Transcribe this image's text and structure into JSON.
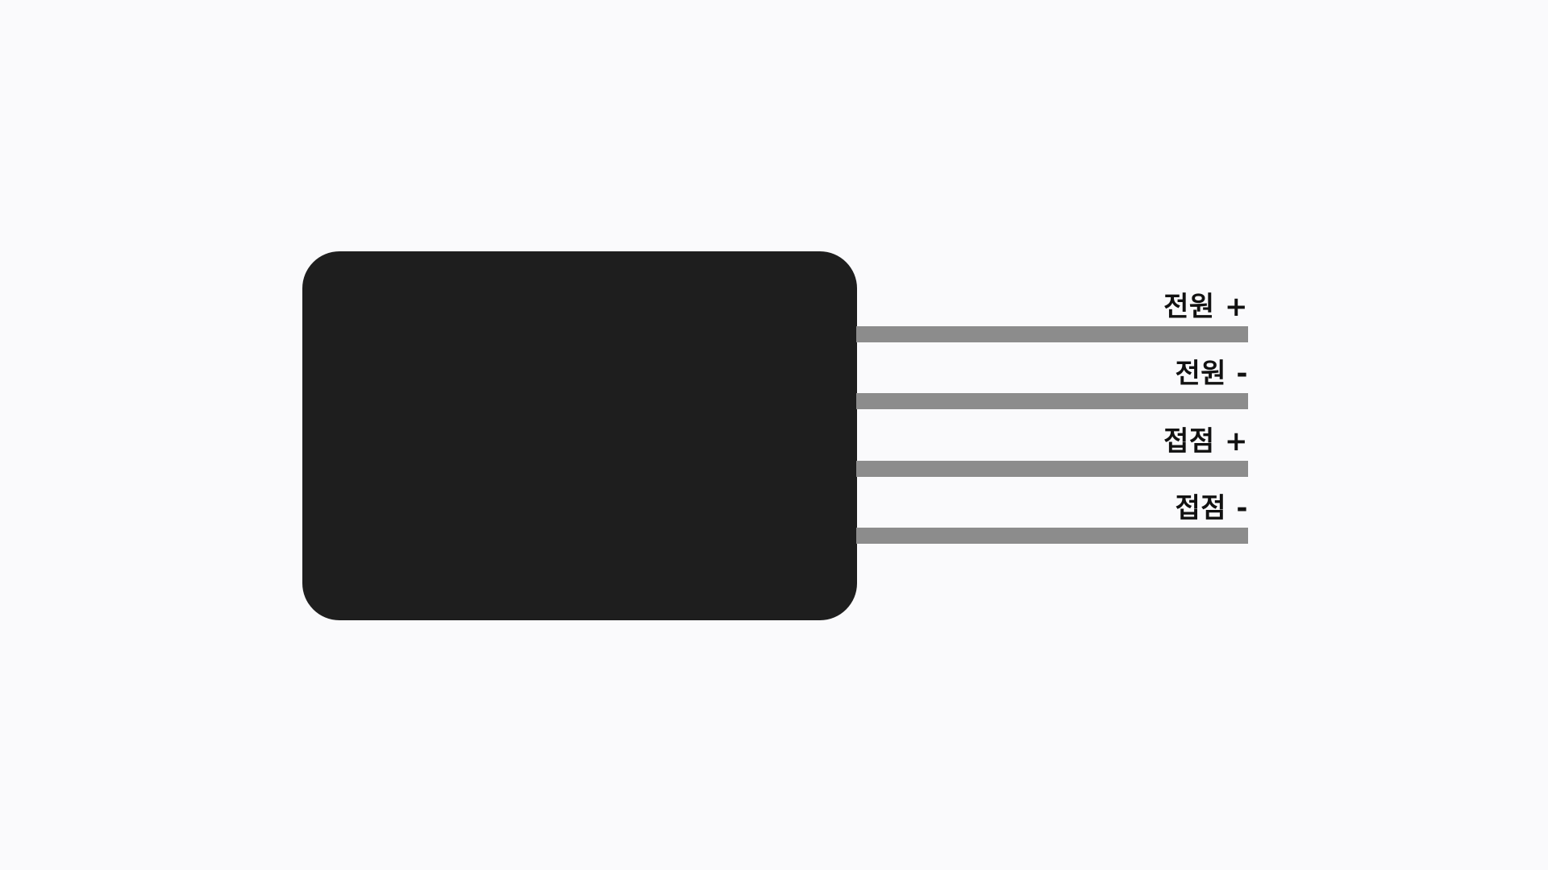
{
  "diagram": {
    "type": "device-wiring-pinout",
    "background_color": "#fafafc",
    "device": {
      "name": "sensor-module-body",
      "color": "#1e1e1e",
      "label": ""
    },
    "wire_color": "#8c8c8c",
    "label_color": "#111111",
    "leads": [
      {
        "id": "power-plus",
        "label": "전원 +",
        "terminal": "전원",
        "polarity": "+"
      },
      {
        "id": "power-minus",
        "label": "전원 -",
        "terminal": "전원",
        "polarity": "-"
      },
      {
        "id": "contact-plus",
        "label": "접점 +",
        "terminal": "접점",
        "polarity": "+"
      },
      {
        "id": "contact-minus",
        "label": "접점 -",
        "terminal": "접점",
        "polarity": "-"
      }
    ]
  }
}
